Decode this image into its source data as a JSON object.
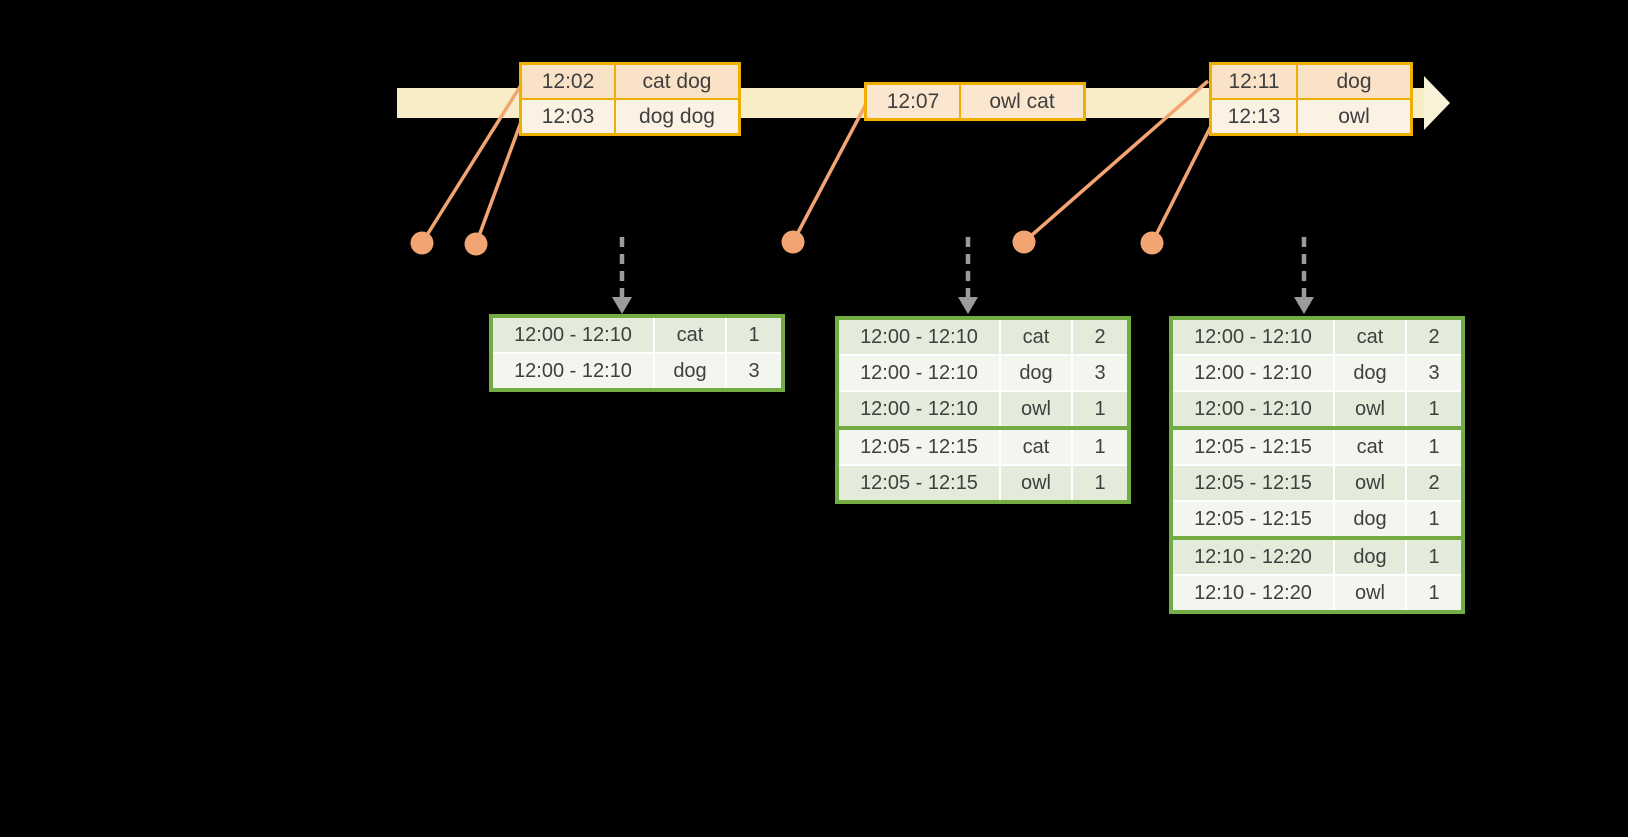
{
  "diagram_title": "streaming-windowed-word-counts",
  "colors": {
    "background": "#000000",
    "timeline_band": "#f8edc6",
    "timeline_arrowhead": "#faf2d9",
    "event_table_border": "#efaf00",
    "event_row_dark": "#fae2c6",
    "event_row_light": "#fcf2e4",
    "event_row_mid": "#fbe7d0",
    "event_dot": "#f2a472",
    "trigger_arrow": "#9c9c9c",
    "result_table_border": "#74ac44",
    "result_row_dark": "#e3ecda",
    "result_row_light": "#f2f6ee",
    "text": "#3f3f3f"
  },
  "icons": {
    "timeline_arrowhead": "right-arrow",
    "trigger_arrow": "dashed-down-arrow",
    "event_dot": "filled-circle"
  },
  "event_tables": [
    {
      "rows": [
        {
          "time": "12:02",
          "words": "cat dog"
        },
        {
          "time": "12:03",
          "words": "dog dog"
        }
      ]
    },
    {
      "rows": [
        {
          "time": "12:07",
          "words": "owl cat"
        }
      ]
    },
    {
      "rows": [
        {
          "time": "12:11",
          "words": "dog"
        },
        {
          "time": "12:13",
          "words": "owl"
        }
      ]
    }
  ],
  "result_tables": [
    {
      "rows": [
        {
          "window": "12:00 - 12:10",
          "word": "cat",
          "count": "1"
        },
        {
          "window": "12:00 - 12:10",
          "word": "dog",
          "count": "3"
        }
      ]
    },
    {
      "rows": [
        {
          "window": "12:00 - 12:10",
          "word": "cat",
          "count": "2"
        },
        {
          "window": "12:00 - 12:10",
          "word": "dog",
          "count": "3"
        },
        {
          "window": "12:00 - 12:10",
          "word": "owl",
          "count": "1"
        },
        {
          "window": "12:05 - 12:15",
          "word": "cat",
          "count": "1"
        },
        {
          "window": "12:05 - 12:15",
          "word": "owl",
          "count": "1"
        }
      ]
    },
    {
      "rows": [
        {
          "window": "12:00 - 12:10",
          "word": "cat",
          "count": "2"
        },
        {
          "window": "12:00 - 12:10",
          "word": "dog",
          "count": "3"
        },
        {
          "window": "12:00 - 12:10",
          "word": "owl",
          "count": "1"
        },
        {
          "window": "12:05 - 12:15",
          "word": "cat",
          "count": "1"
        },
        {
          "window": "12:05 - 12:15",
          "word": "owl",
          "count": "2"
        },
        {
          "window": "12:05 - 12:15",
          "word": "dog",
          "count": "1"
        },
        {
          "window": "12:10 - 12:20",
          "word": "dog",
          "count": "1"
        },
        {
          "window": "12:10 - 12:20",
          "word": "owl",
          "count": "1"
        }
      ]
    }
  ]
}
